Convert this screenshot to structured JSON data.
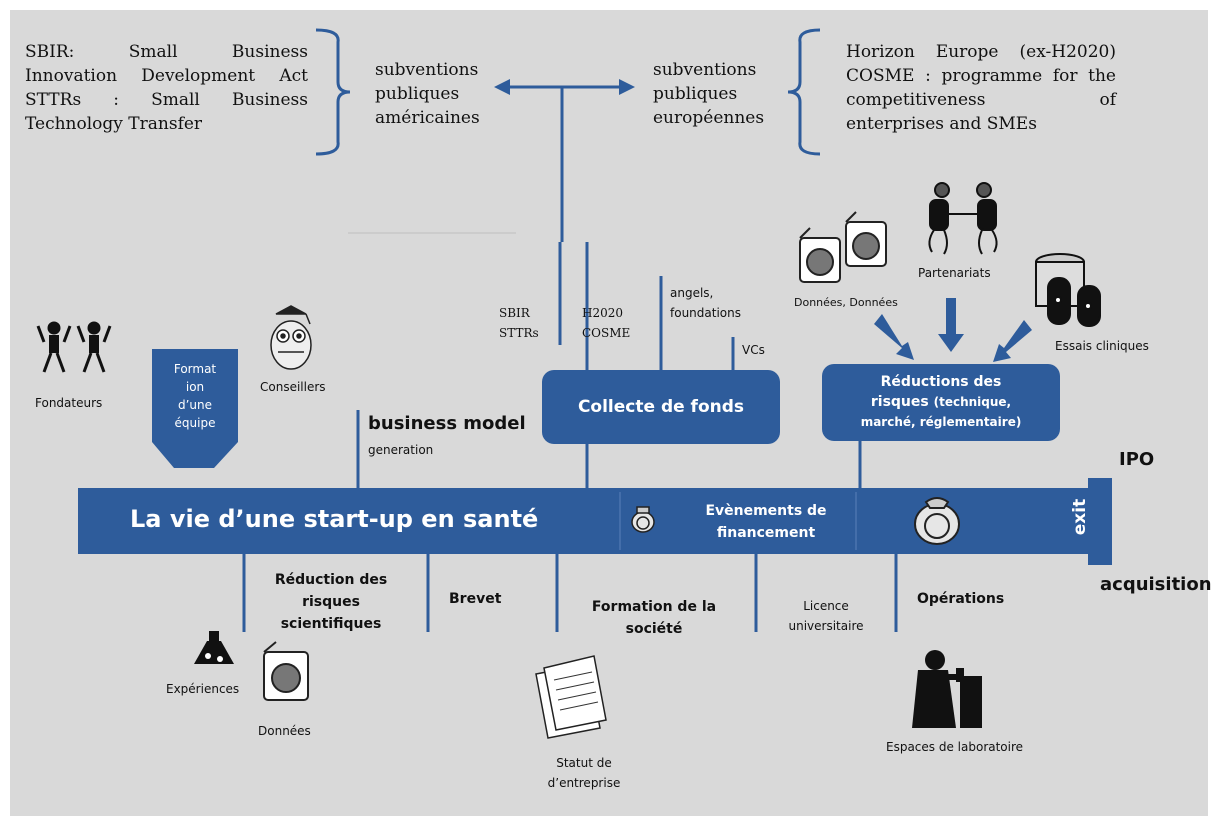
{
  "us_grants": {
    "acronyms": [
      "SBIR: Small Business",
      "Innovation Development Act",
      "STTRs : Small Business",
      "Technology Transfer"
    ],
    "label": [
      "subventions",
      "publiques",
      "américaines"
    ]
  },
  "eu_grants": {
    "programmes": [
      "Horizon Europe (ex-H2020)",
      "COSME : programme for the",
      "competitiveness of",
      "enterprises and SMEs"
    ],
    "label": [
      "subventions",
      "publiques",
      "européennes"
    ]
  },
  "main_bar": {
    "title": "La vie d’une start-up en santé",
    "financing_events": [
      "Evènements de",
      "financement"
    ],
    "exit": "exit",
    "ipo": "IPO",
    "acquisition": "acquisition"
  },
  "upper": {
    "founders": "Fondateurs",
    "team_formation": [
      "Format",
      "ion",
      "d’une",
      "équipe"
    ],
    "advisors": "Conseillers",
    "business_model": "business model",
    "business_model_sub": "generation",
    "sbir_sttrs": [
      "SBIR",
      "STTRs"
    ],
    "h2020_cosme": [
      "H2020",
      "COSME"
    ],
    "angels": [
      "angels,",
      "foundations"
    ],
    "vcs": "VCs",
    "fundraising": "Collecte de fonds",
    "data_data": "Données, Données",
    "partnerships": "Partenariats",
    "clinical_trials": "Essais cliniques",
    "risk_reduction": [
      "Réductions des",
      "risques"
    ],
    "risk_reduction_detail": [
      "(technique,",
      "marché, réglementaire)"
    ]
  },
  "lower": {
    "scientific_risk": [
      "Réduction des",
      "risques",
      "scientifiques"
    ],
    "experiments": "Expériences",
    "data": "Données",
    "patent": "Brevet",
    "company_formation": [
      "Formation de la",
      "société"
    ],
    "company_status": [
      "Statut de",
      "d’entreprise"
    ],
    "university_license": [
      "Licence",
      "universitaire"
    ],
    "operations": "Opérations",
    "lab_space": "Espaces de laboratoire"
  },
  "colors": {
    "primary_blue": "#2e5c9b",
    "background": "#d9d9d9"
  }
}
